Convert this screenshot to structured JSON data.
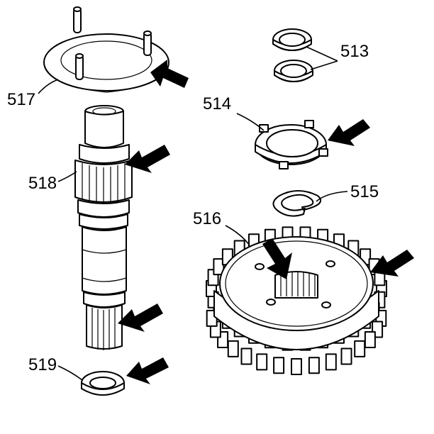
{
  "diagram": {
    "callouts": [
      {
        "id": "513",
        "label": "513"
      },
      {
        "id": "514",
        "label": "514"
      },
      {
        "id": "515",
        "label": "515"
      },
      {
        "id": "516",
        "label": "516"
      },
      {
        "id": "517",
        "label": "517"
      },
      {
        "id": "518",
        "label": "518"
      },
      {
        "id": "519",
        "label": "519"
      }
    ],
    "colors": {
      "line": "#000000",
      "background": "#ffffff"
    }
  }
}
